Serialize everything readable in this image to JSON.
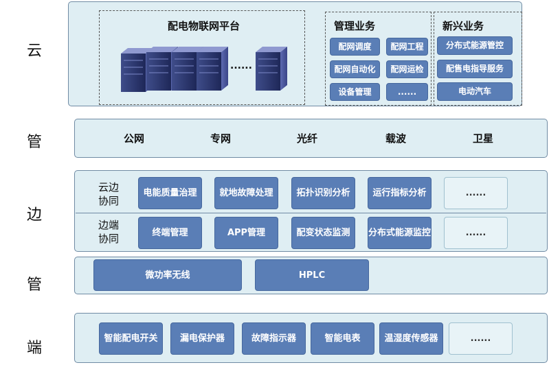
{
  "layers": {
    "cloud": "云",
    "pipe_top": "管",
    "edge": "边",
    "pipe_bottom": "管",
    "terminal": "端"
  },
  "cloud": {
    "platform_title": "配电物联网平台",
    "ellipsis": "......",
    "mgmt": {
      "title": "管理业务",
      "items": [
        "配网调度",
        "配网工程",
        "配网自动化",
        "配网运检",
        "设备管理",
        "......"
      ]
    },
    "emerging": {
      "title": "新兴业务",
      "items": [
        "分布式能源管控",
        "配售电指导服务",
        "电动汽车"
      ]
    }
  },
  "network": [
    "公网",
    "专网",
    "光纤",
    "载波",
    "卫星"
  ],
  "edge": {
    "cloud_edge_label": "云边\n协同",
    "edge_end_label": "边端\n协同",
    "cloud_edge_items": [
      "电能质量治理",
      "就地故障处理",
      "拓扑识别分析",
      "运行指标分析",
      "......"
    ],
    "edge_end_items": [
      "终端管理",
      "APP管理",
      "配变状态监测",
      "分布式能源监控",
      "......"
    ]
  },
  "access": [
    "微功率无线",
    "HPLC"
  ],
  "terminal": {
    "items": [
      "智能配电开关",
      "漏电保护器",
      "故障指示器",
      "智能电表",
      "温湿度传感器",
      "......"
    ]
  }
}
